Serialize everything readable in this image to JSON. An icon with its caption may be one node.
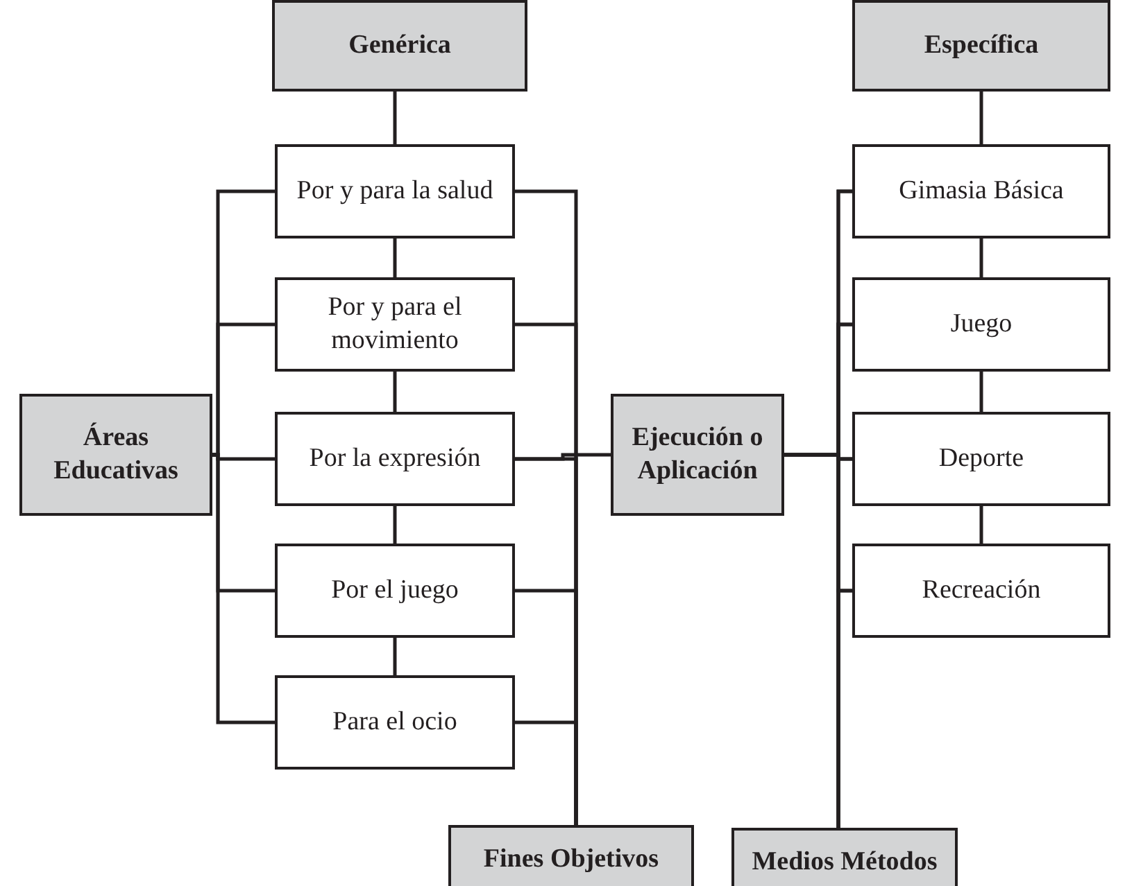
{
  "diagram": {
    "nodes": [
      {
        "text": [
          "Genérica"
        ]
      },
      {
        "text": [
          "Específica"
        ]
      },
      {
        "text": [
          "Por y para la salud"
        ]
      },
      {
        "text": [
          "Por y para el movimiento"
        ]
      },
      {
        "text": [
          "Por la expresión"
        ]
      },
      {
        "text": [
          "Por el juego"
        ]
      },
      {
        "text": [
          "Para el ocio"
        ]
      },
      {
        "text": [
          "Áreas Educativas"
        ]
      },
      {
        "text": [
          "Ejecución o Aplicación"
        ]
      },
      {
        "text": [
          "Gimasia Básica"
        ]
      },
      {
        "text": [
          "Juego"
        ]
      },
      {
        "text": [
          "Deporte"
        ]
      },
      {
        "text": [
          "Recreación"
        ]
      },
      {
        "text": [
          "Fines Objetivos"
        ]
      },
      {
        "text": [
          "Medios Métodos"
        ]
      }
    ],
    "edges": [
      {
        "from": 0,
        "to": 2,
        "arrow": "none"
      },
      {
        "from": 2,
        "to": 3,
        "arrow": "none"
      },
      {
        "from": 3,
        "to": 4,
        "arrow": "none"
      },
      {
        "from": 4,
        "to": 5,
        "arrow": "none"
      },
      {
        "from": 5,
        "to": 6,
        "arrow": "none"
      },
      {
        "from": 1,
        "to": 9,
        "arrow": "none"
      },
      {
        "from": 9,
        "to": 10,
        "arrow": "none"
      },
      {
        "from": 10,
        "to": 11,
        "arrow": "none"
      },
      {
        "from": 11,
        "to": 12,
        "arrow": "none"
      },
      {
        "from": 7,
        "to": 2,
        "arrow": "none"
      },
      {
        "from": 7,
        "to": 3,
        "arrow": "none"
      },
      {
        "from": 7,
        "to": 4,
        "arrow": "none"
      },
      {
        "from": 7,
        "to": 5,
        "arrow": "none"
      },
      {
        "from": 7,
        "to": 6,
        "arrow": "none"
      },
      {
        "from": 13,
        "to": 2,
        "arrow": "none"
      },
      {
        "from": 13,
        "to": 3,
        "arrow": "none"
      },
      {
        "from": 13,
        "to": 4,
        "arrow": "none"
      },
      {
        "from": 13,
        "to": 5,
        "arrow": "none"
      },
      {
        "from": 13,
        "to": 6,
        "arrow": "none"
      },
      {
        "from": 4,
        "to": 8,
        "arrow": "none"
      },
      {
        "from": 8,
        "to": 9,
        "arrow": "none"
      },
      {
        "from": 8,
        "to": 10,
        "arrow": "none"
      },
      {
        "from": 8,
        "to": 11,
        "arrow": "none"
      },
      {
        "from": 8,
        "to": 12,
        "arrow": "none"
      },
      {
        "from": 14,
        "to": 9,
        "arrow": "none"
      },
      {
        "from": 14,
        "to": 10,
        "arrow": "none"
      },
      {
        "from": 14,
        "to": 11,
        "arrow": "none"
      },
      {
        "from": 14,
        "to": 12,
        "arrow": "none"
      }
    ]
  }
}
